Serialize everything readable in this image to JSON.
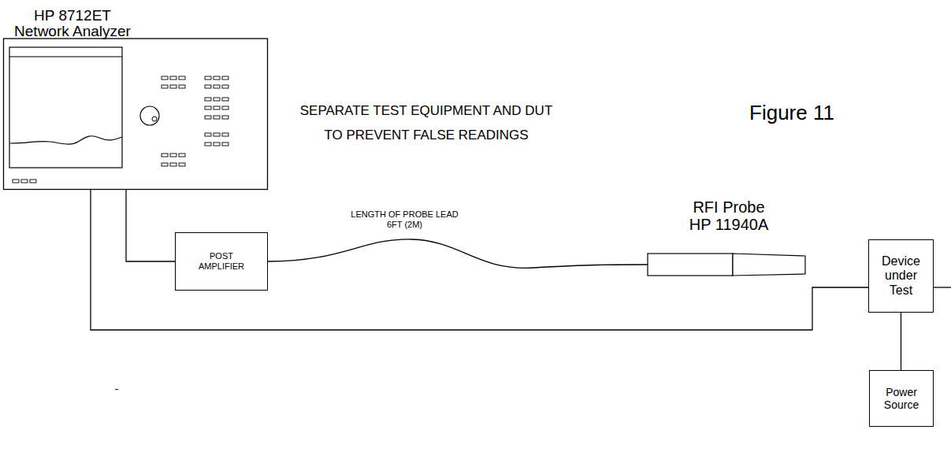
{
  "diagram": {
    "nodes": [
      {
        "text": [
          "HP 8712ET Network Analyzer"
        ]
      },
      {
        "text": [
          "POST AMPLIFIER"
        ]
      },
      {
        "text": [
          "RFI Probe HP 11940A"
        ]
      },
      {
        "text": [
          "Device under Test"
        ]
      },
      {
        "text": [
          "Power Source"
        ]
      }
    ],
    "edges": [
      {
        "from": 0,
        "to": 1,
        "arrow": "none"
      },
      {
        "from": 1,
        "to": 2,
        "label": "LENGTH OF PROBE LEAD 6FT (2M)",
        "arrow": "none"
      },
      {
        "from": 0,
        "to": 3,
        "arrow": "none"
      },
      {
        "from": 3,
        "to": 4,
        "arrow": "none"
      }
    ],
    "labels": [
      "SEPARATE TEST EQUIPMENT AND DUT",
      "TO PREVENT FALSE READINGS",
      "Figure 11",
      "-"
    ]
  }
}
